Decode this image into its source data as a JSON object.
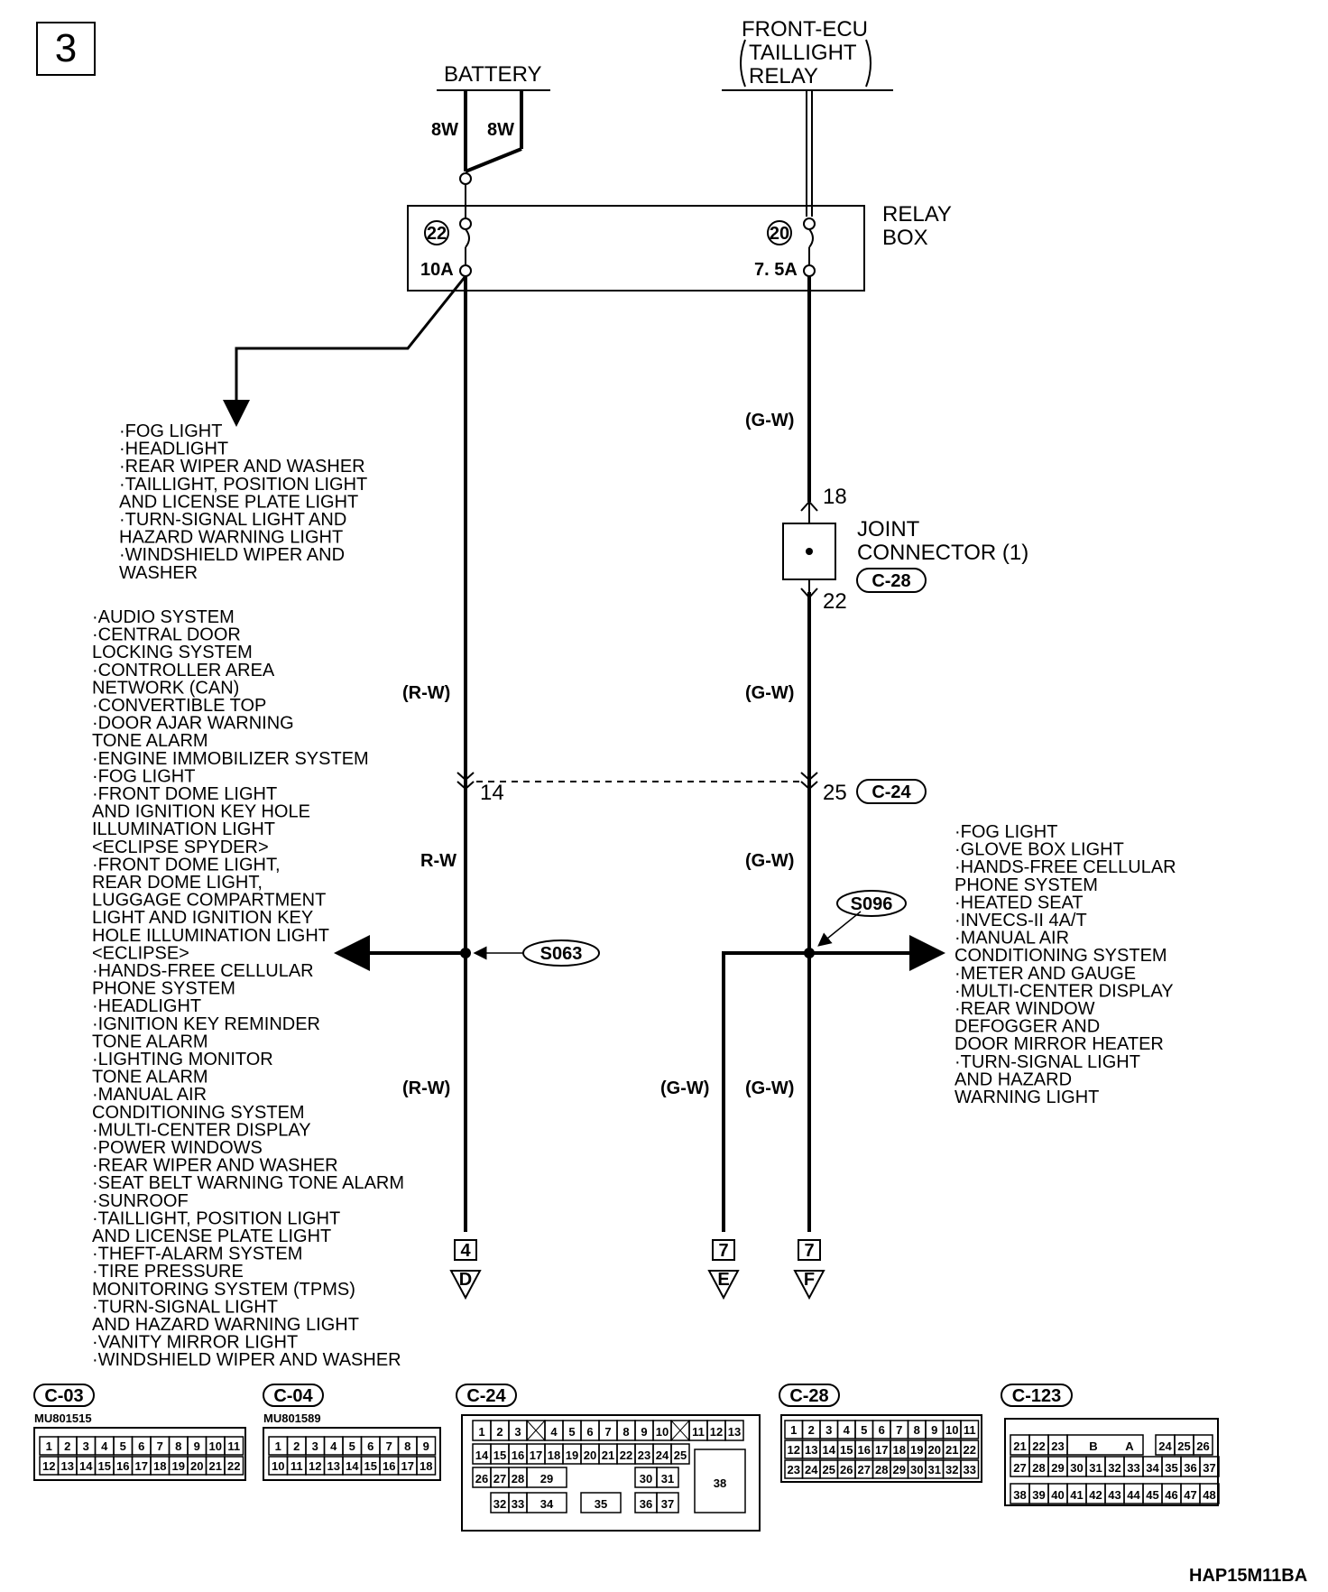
{
  "page_number": "3",
  "battery_label": "BATTERY",
  "battery_wires": [
    "8W",
    "8W"
  ],
  "front_ecu": {
    "line1": "FRONT-ECU",
    "line2": "TAILLIGHT",
    "line3": "RELAY"
  },
  "relay_box": {
    "line1": "RELAY",
    "line2": "BOX",
    "fuse_left_num": "22",
    "fuse_left_rating": "10A",
    "fuse_right_num": "20",
    "fuse_right_rating": "7. 5A"
  },
  "fuse22_list": [
    "·FOG LIGHT",
    "·HEADLIGHT",
    "·REAR WIPER AND WASHER",
    "·TAILLIGHT, POSITION LIGHT",
    " AND LICENSE PLATE LIGHT",
    "·TURN-SIGNAL LIGHT AND",
    " HAZARD WARNING LIGHT",
    "·WINDSHIELD WIPER AND",
    " WASHER"
  ],
  "left_list": [
    "·AUDIO SYSTEM",
    "·CENTRAL DOOR",
    " LOCKING SYSTEM",
    "·CONTROLLER AREA",
    " NETWORK (CAN)",
    "·CONVERTIBLE TOP",
    "·DOOR AJAR WARNING",
    " TONE ALARM",
    "·ENGINE IMMOBILIZER SYSTEM",
    "·FOG LIGHT",
    "·FRONT DOME LIGHT",
    " AND IGNITION KEY HOLE",
    " ILLUMINATION LIGHT",
    " <ECLIPSE SPYDER>",
    "·FRONT DOME LIGHT,",
    " REAR DOME LIGHT,",
    " LUGGAGE COMPARTMENT",
    " LIGHT AND IGNITION KEY",
    " HOLE ILLUMINATION LIGHT",
    " <ECLIPSE>",
    "·HANDS-FREE CELLULAR",
    " PHONE SYSTEM",
    "·HEADLIGHT",
    "·IGNITION KEY REMINDER",
    " TONE ALARM",
    "·LIGHTING MONITOR",
    " TONE ALARM",
    "·MANUAL AIR",
    " CONDITIONING SYSTEM",
    "·MULTI-CENTER DISPLAY",
    "·POWER WINDOWS",
    "·REAR WIPER AND WASHER",
    "·SEAT BELT WARNING TONE ALARM",
    "·SUNROOF",
    "·TAILLIGHT, POSITION LIGHT",
    " AND LICENSE PLATE LIGHT",
    "·THEFT-ALARM SYSTEM",
    "·TIRE PRESSURE",
    " MONITORING SYSTEM (TPMS)",
    "·TURN-SIGNAL LIGHT",
    " AND HAZARD WARNING LIGHT",
    "·VANITY MIRROR LIGHT",
    "·WINDSHIELD WIPER AND WASHER"
  ],
  "right_list": [
    "·FOG LIGHT",
    "·GLOVE BOX LIGHT",
    "·HANDS-FREE CELLULAR",
    " PHONE SYSTEM",
    "·HEATED SEAT",
    "·INVECS-II 4A/T",
    "·MANUAL AIR",
    " CONDITIONING SYSTEM",
    "·METER AND GAUGE",
    "·MULTI-CENTER DISPLAY",
    "·REAR WINDOW",
    " DEFOGGER AND",
    " DOOR MIRROR HEATER",
    "·TURN-SIGNAL LIGHT",
    " AND HAZARD",
    " WARNING LIGHT"
  ],
  "joint_connector": {
    "line1": "JOINT",
    "line2": "CONNECTOR (1)",
    "ref": "C-28",
    "pin_top": "18",
    "pin_bottom": "22"
  },
  "wire_colors": {
    "gw": "(G-W)",
    "rw_paren": "(R-W)",
    "rw": "R-W"
  },
  "c24_pins": {
    "left": "14",
    "right": "25",
    "ref": "C-24"
  },
  "splices": {
    "left": "S063",
    "right": "S096"
  },
  "terminals": [
    {
      "num": "4",
      "letter": "D"
    },
    {
      "num": "7",
      "letter": "E"
    },
    {
      "num": "7",
      "letter": "F"
    }
  ],
  "connectors": [
    {
      "id": "C-03",
      "part": "MU801515",
      "row1": [
        "1",
        "2",
        "3",
        "4",
        "5",
        "6",
        "7",
        "8",
        "9",
        "10",
        "11"
      ],
      "row2": [
        "12",
        "13",
        "14",
        "15",
        "16",
        "17",
        "18",
        "19",
        "20",
        "21",
        "22"
      ]
    },
    {
      "id": "C-04",
      "part": "MU801589",
      "row1": [
        "1",
        "2",
        "3",
        "4",
        "5",
        "6",
        "7",
        "8",
        "9"
      ],
      "row2": [
        "10",
        "11",
        "12",
        "13",
        "14",
        "15",
        "16",
        "17",
        "18"
      ]
    },
    {
      "id": "C-24",
      "part": "",
      "row1": [
        "1",
        "2",
        "3",
        "",
        "4",
        "5",
        "6",
        "7",
        "8",
        "9",
        "10",
        "",
        "11",
        "12",
        "13"
      ],
      "row2": [
        "14",
        "15",
        "16",
        "17",
        "18",
        "19",
        "20",
        "21",
        "22",
        "23",
        "24",
        "25"
      ],
      "row3": [
        "26",
        "27",
        "28",
        "29",
        "30",
        "31"
      ],
      "row4": [
        "32",
        "33",
        "34",
        "35",
        "36",
        "37"
      ],
      "big": "38"
    },
    {
      "id": "C-28",
      "part": "",
      "row1": [
        "1",
        "2",
        "3",
        "4",
        "5",
        "6",
        "7",
        "8",
        "9",
        "10",
        "11"
      ],
      "row2": [
        "12",
        "13",
        "14",
        "15",
        "16",
        "17",
        "18",
        "19",
        "20",
        "21",
        "22"
      ],
      "row3": [
        "23",
        "24",
        "25",
        "26",
        "27",
        "28",
        "29",
        "30",
        "31",
        "32",
        "33"
      ]
    },
    {
      "id": "C-123",
      "part": "",
      "row1": [
        "21",
        "22",
        "23",
        "B",
        "A",
        "24",
        "25",
        "26"
      ],
      "row2": [
        "27",
        "28",
        "29",
        "30",
        "31",
        "32",
        "33",
        "34",
        "35",
        "36",
        "37"
      ],
      "row3": [
        "38",
        "39",
        "40",
        "41",
        "42",
        "43",
        "44",
        "45",
        "46",
        "47",
        "48"
      ]
    }
  ],
  "footer_code": "HAP15M11BA"
}
